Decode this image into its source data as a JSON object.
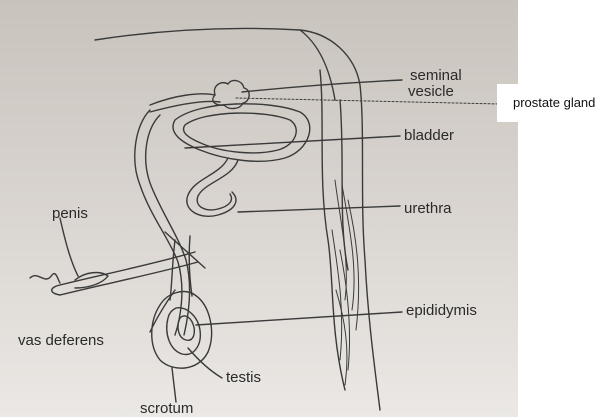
{
  "labels": {
    "seminal_line1": "seminal",
    "seminal_line2": "vesicle",
    "bladder": "bladder",
    "urethra": "urethra",
    "penis": "penis",
    "epididymis": "epididymis",
    "vas_deferens": "vas deferens",
    "testis": "testis",
    "scrotum": "scrotum"
  },
  "overlay": {
    "prostate_gland": "prostate gland"
  }
}
